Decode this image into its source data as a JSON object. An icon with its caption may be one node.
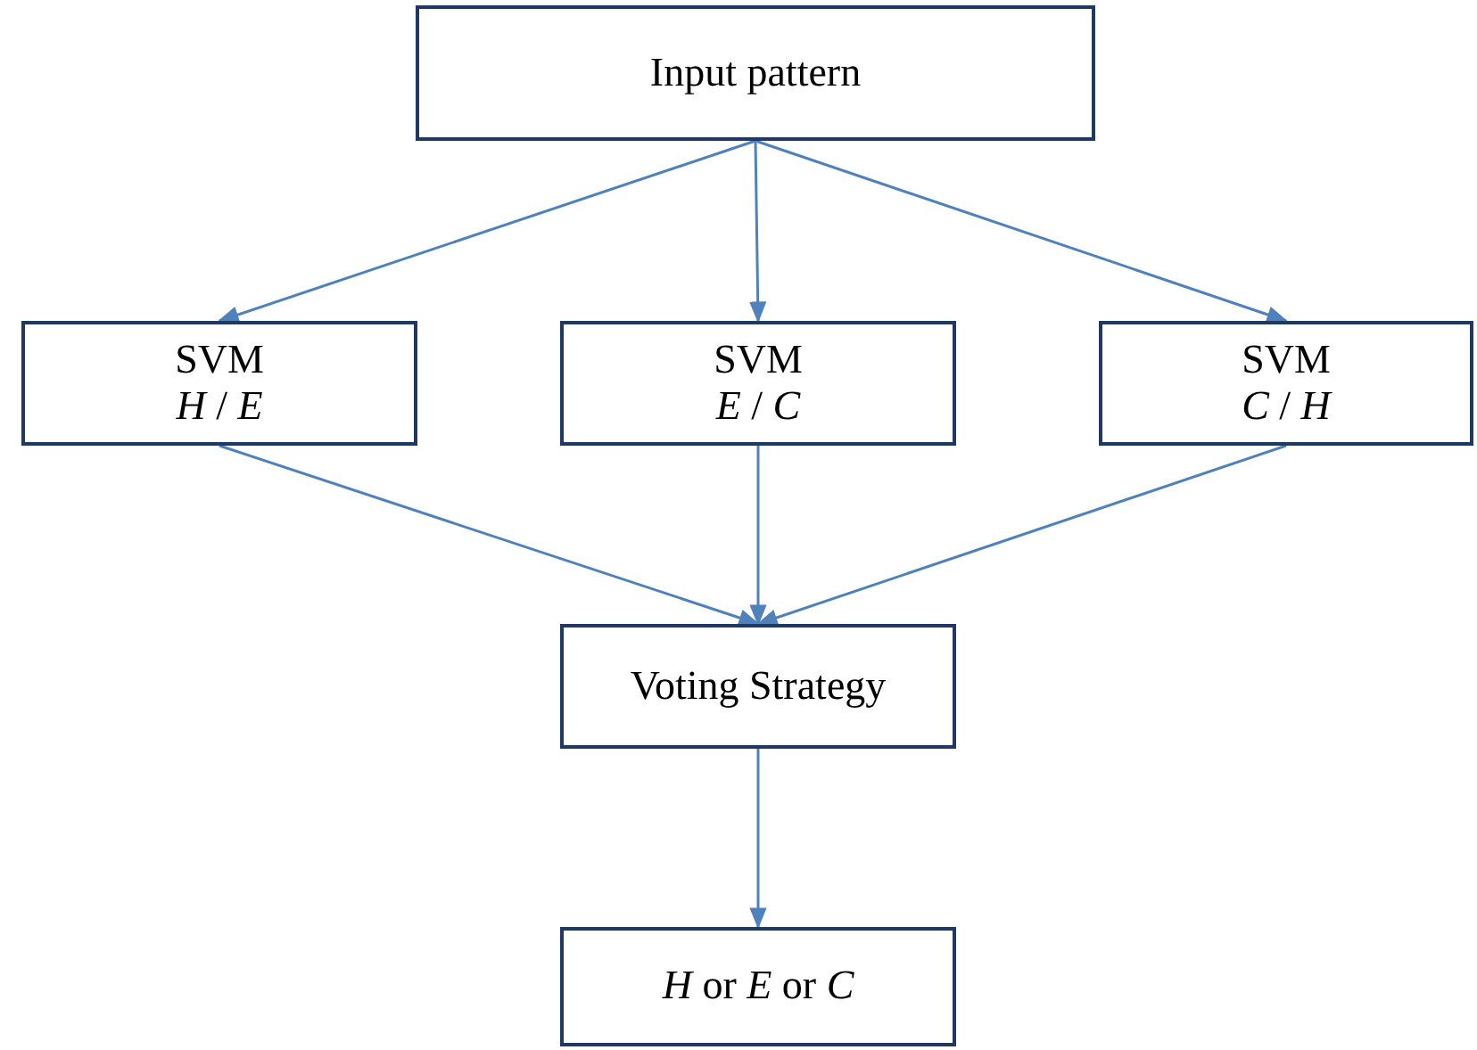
{
  "diagram": {
    "nodes": [
      {
        "text": [
          "Input pattern"
        ]
      },
      {
        "text": [
          "SVM",
          "*H* / *E*"
        ]
      },
      {
        "text": [
          "SVM",
          "*E* / *C*"
        ]
      },
      {
        "text": [
          "SVM",
          "*C* / *H*"
        ]
      },
      {
        "text": [
          "Voting Strategy"
        ]
      },
      {
        "text": [
          "*H* or *E* or *C*"
        ]
      }
    ],
    "edges": [
      {
        "from": 0,
        "to": 1,
        "arrow": "to"
      },
      {
        "from": 0,
        "to": 2,
        "arrow": "to"
      },
      {
        "from": 0,
        "to": 3,
        "arrow": "to"
      },
      {
        "from": 1,
        "to": 4,
        "arrow": "to"
      },
      {
        "from": 2,
        "to": 4,
        "arrow": "to"
      },
      {
        "from": 3,
        "to": 4,
        "arrow": "to"
      },
      {
        "from": 4,
        "to": 5,
        "arrow": "to"
      }
    ]
  }
}
